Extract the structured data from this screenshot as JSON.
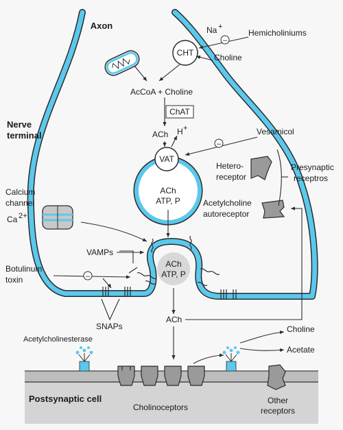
{
  "labels": {
    "axon": "Axon",
    "nerve_terminal_1": "Nerve",
    "nerve_terminal_2": "terminal",
    "na_plus": "Na",
    "na_sup": "+",
    "cht": "CHT",
    "hemicholiniums": "Hemicholiniums",
    "choline_in": "Choline",
    "accoa_choline": "AcCoA + Choline",
    "chat": "ChAT",
    "ach_top": "ACh",
    "h_plus": "H",
    "h_sup": "+",
    "vesamicol": "Vesamicol",
    "vat": "VAT",
    "vesicle_ach": "ACh",
    "vesicle_atp": "ATP, P",
    "hetero_1": "Hetero-",
    "hetero_2": "receptor",
    "presynaptic_1": "Presynaptic",
    "presynaptic_2": "receptros",
    "ach_auto_1": "Acetylcholine",
    "ach_auto_2": "autoreceptor",
    "calcium_1": "Calcium",
    "calcium_2": "channel",
    "ca": "Ca",
    "ca_sup": "2+",
    "vamps": "VAMPs",
    "fusion_ach": "ACh",
    "fusion_atp": "ATP, P",
    "botulinum_1": "Botulinum",
    "botulinum_2": "toxin",
    "snaps": "SNAPs",
    "ach_cleft": "ACh",
    "acetylcholinesterase": "Acetylcholinesterase",
    "choline_out": "Choline",
    "acetate": "Acetate",
    "postsynaptic": "Postsynaptic cell",
    "cholinoceptors": "Cholinoceptors",
    "other_1": "Other",
    "other_2": "receptors",
    "minus": "–"
  },
  "colors": {
    "membrane": "#5bc8ec",
    "membrane_edge": "#2b2b2b",
    "postsynaptic_fill": "#d4d4d4",
    "receptor_fill": "#9a9a9a",
    "channel_fill": "#c8c8c8",
    "fusion_fill": "#d8d8d8",
    "background": "#f7f7f7"
  }
}
